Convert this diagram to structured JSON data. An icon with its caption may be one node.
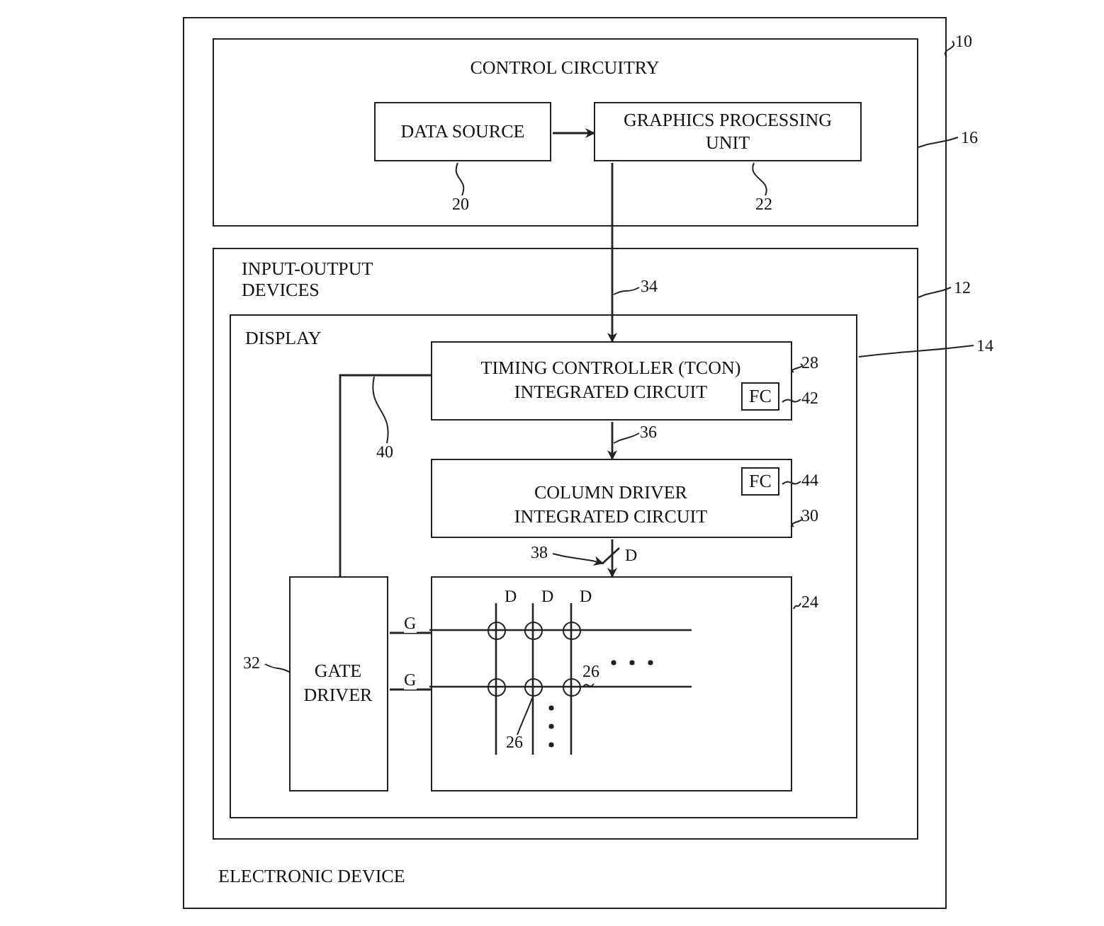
{
  "diagram": {
    "nodes": [
      {
        "text": [
          "ELECTRONIC DEVICE"
        ]
      },
      {
        "text": [
          "CONTROL CIRCUITRY"
        ],
        "in": 0
      },
      {
        "text": [
          "DATA SOURCE"
        ],
        "in": 1
      },
      {
        "text": [
          "GRAPHICS PROCESSING UNIT"
        ],
        "in": 1
      },
      {
        "text": [
          "INPUT-OUTPUT DEVICES"
        ],
        "in": 0
      },
      {
        "text": [
          "DISPLAY"
        ],
        "in": 4
      },
      {
        "text": [
          "TIMING CONTROLLER (TCON) INTEGRATED CIRCUIT"
        ],
        "in": 5
      },
      {
        "text": [
          "FC"
        ],
        "in": 6
      },
      {
        "text": [
          "COLUMN DRIVER INTEGRATED CIRCUIT"
        ],
        "in": 5
      },
      {
        "text": [
          "FC"
        ],
        "in": 8
      },
      {
        "text": [
          "GATE DRIVER"
        ],
        "in": 5
      },
      {
        "text": [],
        "shape": "box",
        "in": 5
      },
      {
        "text": [
          "10"
        ]
      },
      {
        "text": [
          "16"
        ]
      },
      {
        "text": [
          "20"
        ],
        "in": 1
      },
      {
        "text": [
          "22"
        ],
        "in": 1
      },
      {
        "text": [
          "12"
        ]
      },
      {
        "text": [
          "14"
        ]
      },
      {
        "text": [
          "34"
        ],
        "in": 4
      },
      {
        "text": [
          "40"
        ],
        "in": 5
      },
      {
        "text": [
          "28"
        ],
        "in": 5
      },
      {
        "text": [
          "42"
        ],
        "in": 5
      },
      {
        "text": [
          "36"
        ],
        "in": 5
      },
      {
        "text": [
          "44"
        ],
        "in": 5
      },
      {
        "text": [
          "30"
        ],
        "in": 5
      },
      {
        "text": [
          "38"
        ],
        "in": 5
      },
      {
        "text": [
          "24"
        ],
        "in": 5
      },
      {
        "text": [
          "32"
        ],
        "in": 5
      },
      {
        "text": [
          "26"
        ],
        "in": 11
      },
      {
        "text": [
          "26"
        ],
        "in": 11
      },
      {
        "text": [],
        "shape": "circle",
        "in": 11
      },
      {
        "text": [],
        "shape": "circle",
        "in": 11
      },
      {
        "text": [],
        "shape": "circle",
        "in": 11
      },
      {
        "text": [],
        "shape": "circle",
        "in": 11
      },
      {
        "text": [],
        "shape": "circle",
        "in": 11
      },
      {
        "text": [],
        "shape": "circle",
        "in": 11
      },
      {
        "text": [],
        "shape": "slash",
        "in": 5
      }
    ],
    "edges": [
      {
        "from": 2,
        "to": 3,
        "arrow": "to"
      },
      {
        "from": 3,
        "to": 6,
        "arrow": "to"
      },
      {
        "from": 6,
        "to": 8,
        "arrow": "to"
      },
      {
        "from": 8,
        "to": 11,
        "arrow": "to",
        "label": "D"
      },
      {
        "from": 6,
        "to": 10,
        "arrow": "none"
      },
      {
        "from": 10,
        "to": 11,
        "arrow": "none",
        "label": "G"
      },
      {
        "from": 10,
        "to": 11,
        "arrow": "none",
        "label": "G"
      },
      {
        "from": 12,
        "to": 0,
        "arrow": "none"
      },
      {
        "from": 13,
        "to": 1,
        "arrow": "none"
      },
      {
        "from": 14,
        "to": 2,
        "arrow": "none"
      },
      {
        "from": 15,
        "to": 3,
        "arrow": "none"
      },
      {
        "from": 16,
        "to": 4,
        "arrow": "none"
      },
      {
        "from": 17,
        "to": 5,
        "arrow": "none"
      },
      {
        "from": 18,
        "to": null,
        "arrow": "none"
      },
      {
        "from": 19,
        "to": null,
        "arrow": "none"
      },
      {
        "from": 20,
        "to": 6,
        "arrow": "none"
      },
      {
        "from": 21,
        "to": 7,
        "arrow": "none"
      },
      {
        "from": 22,
        "to": null,
        "arrow": "none"
      },
      {
        "from": 23,
        "to": 9,
        "arrow": "none"
      },
      {
        "from": 24,
        "to": 8,
        "arrow": "none"
      },
      {
        "from": 25,
        "to": 36,
        "arrow": "to"
      },
      {
        "from": 26,
        "to": 11,
        "arrow": "none"
      },
      {
        "from": 27,
        "to": 10,
        "arrow": "none"
      },
      {
        "from": 28,
        "to": 35,
        "arrow": "none"
      },
      {
        "from": 29,
        "to": 34,
        "arrow": "none"
      }
    ],
    "labels": [
      "D",
      "D",
      "D"
    ]
  }
}
